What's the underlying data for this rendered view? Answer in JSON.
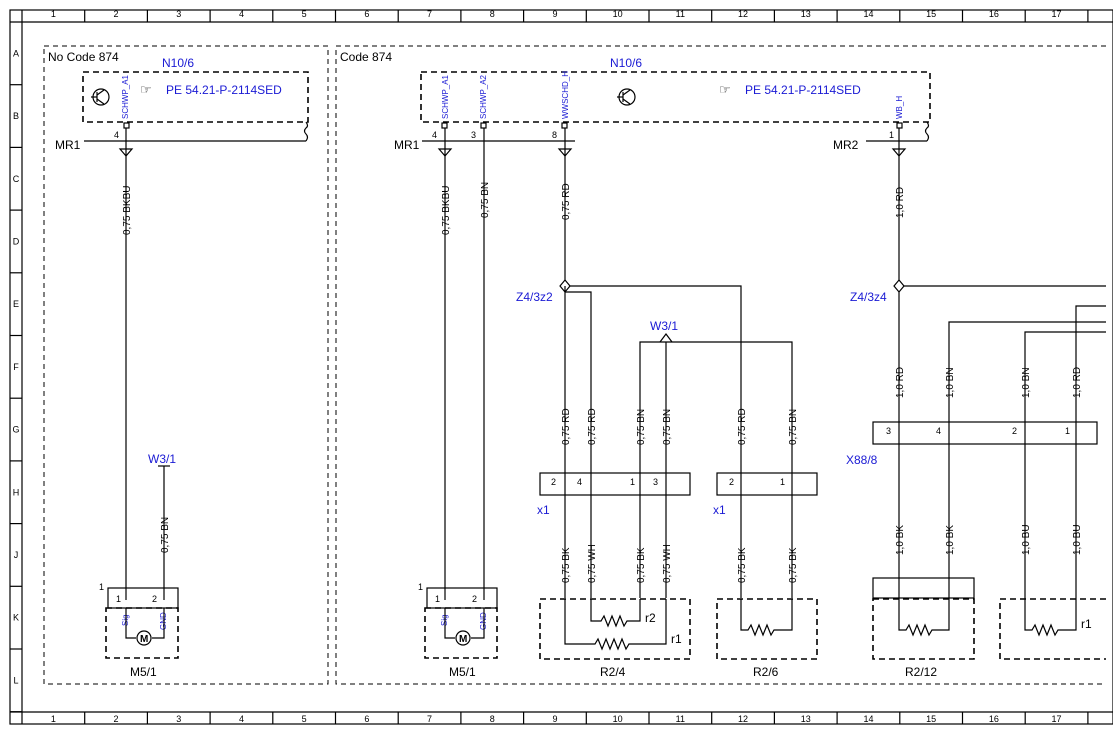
{
  "frame": {
    "columns": [
      "1",
      "2",
      "3",
      "4",
      "5",
      "6",
      "7",
      "8",
      "9",
      "10",
      "11",
      "12",
      "13",
      "14",
      "15",
      "16",
      "17"
    ],
    "rows": [
      "A",
      "B",
      "C",
      "D",
      "E",
      "F",
      "G",
      "H",
      "J",
      "K",
      "L"
    ]
  },
  "regions": {
    "left_title": "No Code 874",
    "right_title": "Code 874"
  },
  "controller": {
    "name": "N10/6",
    "ref": "PE 54.21-P-2114SED",
    "terminals": [
      "SCHWP_A1",
      "SCHWP_A1",
      "SCHWP_A2",
      "WWSCHD_H",
      "WB_H"
    ],
    "pins": [
      "4",
      "4",
      "3",
      "8",
      "1"
    ]
  },
  "grounds": [
    "MR1",
    "MR1",
    "MR2"
  ],
  "wires": {
    "left_bkbu": "0,75 BKBU",
    "left_bn": "0,75 BN",
    "c874_bkbu": "0,75 BKBU",
    "c874_bn": "0,75 BN",
    "c874_rd": "0,75 RD",
    "wb_rd": "1,0 RD",
    "r24_in": [
      "0,75 RD",
      "0,75 RD",
      "0,75 BN",
      "0,75 BN"
    ],
    "r26_in": [
      "0,75 RD",
      "0,75 BN"
    ],
    "r24_out": [
      "0,75 BK",
      "0,75 WH",
      "0,75 BK",
      "0,75 WH"
    ],
    "r26_out": [
      "0,75 BK",
      "0,75 BK"
    ],
    "x88_in": [
      "1,0 RD",
      "1,0 BN",
      "1,0 BN",
      "1,0 RD"
    ],
    "x88_out": [
      "1,0 BK",
      "1,0 BK",
      "1,0 BU",
      "1,0 BU"
    ]
  },
  "splices": [
    "Z4/3z2",
    "Z4/3z4"
  ],
  "w31": "W3/1",
  "connectors": {
    "x1": "x1",
    "x1_pins": [
      "2",
      "4",
      "1",
      "3"
    ],
    "x1b_pins": [
      "2",
      "1"
    ],
    "x88": "X88/8",
    "x88_pins": [
      "3",
      "4",
      "2",
      "1"
    ]
  },
  "motor": {
    "name": "M5/1",
    "pin_labels": [
      "1",
      "2"
    ],
    "corner": "1",
    "sig": "Sig",
    "gnd": "GND",
    "symbol": "M"
  },
  "components": {
    "r24": "R2/4",
    "r26": "R2/6",
    "r212": "R2/12",
    "r2": "r2",
    "r1": "r1",
    "r1b": "r1"
  },
  "icons": [
    "transistor-icon",
    "pointing-hand-icon",
    "ground-icon",
    "resistor-icon",
    "motor-icon"
  ]
}
